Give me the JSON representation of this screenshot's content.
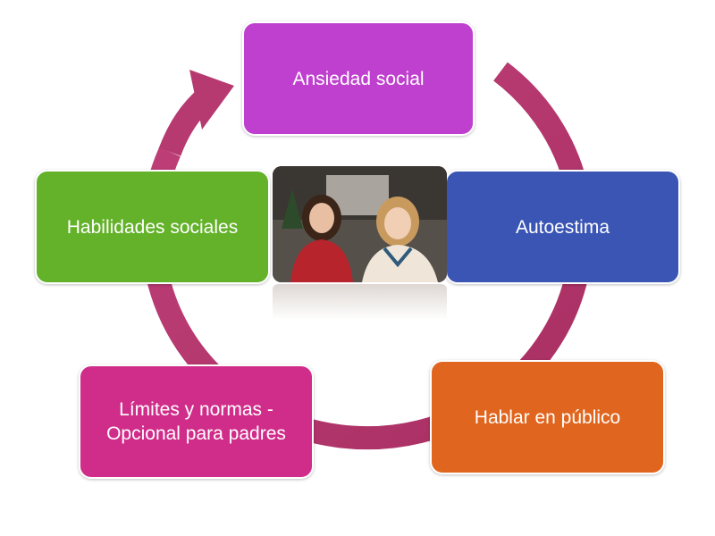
{
  "diagram": {
    "type": "cycle",
    "arrow_color": "#b0366a",
    "nodes": [
      {
        "id": "ansiedad",
        "label": "Ansiedad social",
        "color": "#bf3fcf"
      },
      {
        "id": "autoestima",
        "label": "Autoestima",
        "color": "#3a55b4"
      },
      {
        "id": "hablar",
        "label": "Hablar en público",
        "color": "#e0651e"
      },
      {
        "id": "limites",
        "label": "Límites y normas - Opcional para padres",
        "color": "#d02d8a"
      },
      {
        "id": "habilidades",
        "label": "Habilidades sociales",
        "color": "#63b22a"
      }
    ]
  },
  "photo": {
    "description_icon": "photo-two-girls"
  }
}
